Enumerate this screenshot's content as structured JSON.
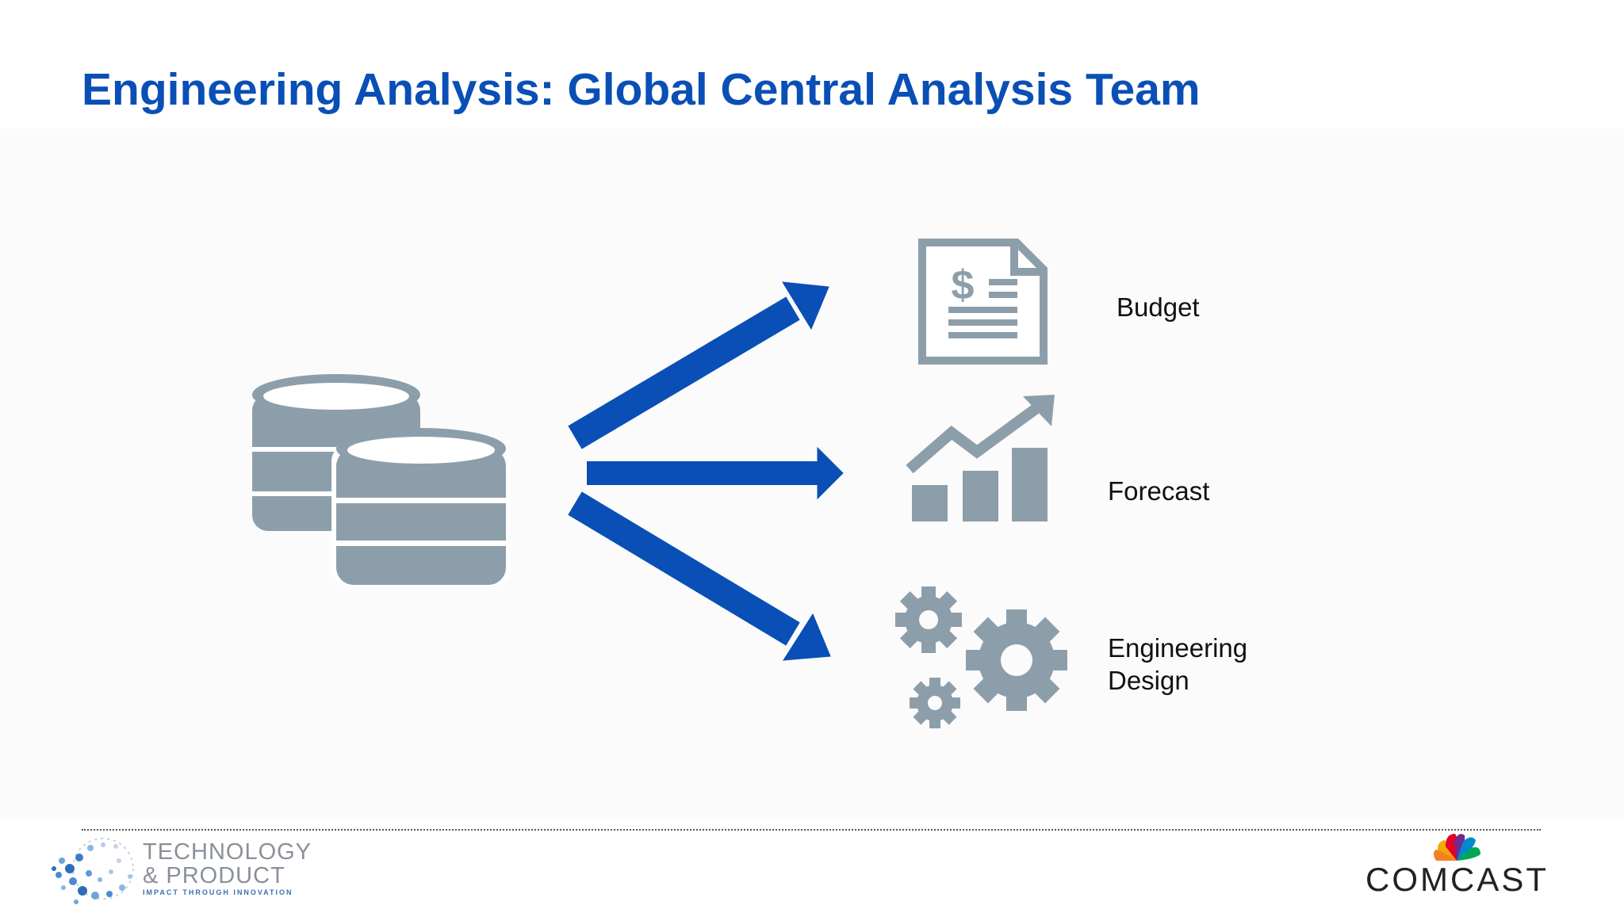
{
  "title": "Engineering Analysis: Global Central Analysis Team",
  "diagram": {
    "source_icon": "database-stack-icon",
    "outputs": [
      {
        "icon": "budget-document-icon",
        "label": "Budget"
      },
      {
        "icon": "growth-chart-icon",
        "label": "Forecast"
      },
      {
        "icon": "gears-icon",
        "label_line1": "Engineering",
        "label_line2": "Design"
      }
    ],
    "colors": {
      "arrow": "#0a4fb5",
      "icon": "#8d9eab",
      "title": "#0a4fb5"
    }
  },
  "footer": {
    "left_logo": {
      "line1": "TECHNOLOGY",
      "line2": "& PRODUCT",
      "tagline": "IMPACT THROUGH INNOVATION"
    },
    "right_logo": {
      "text": "COMCAST",
      "icon": "peacock-icon"
    }
  }
}
